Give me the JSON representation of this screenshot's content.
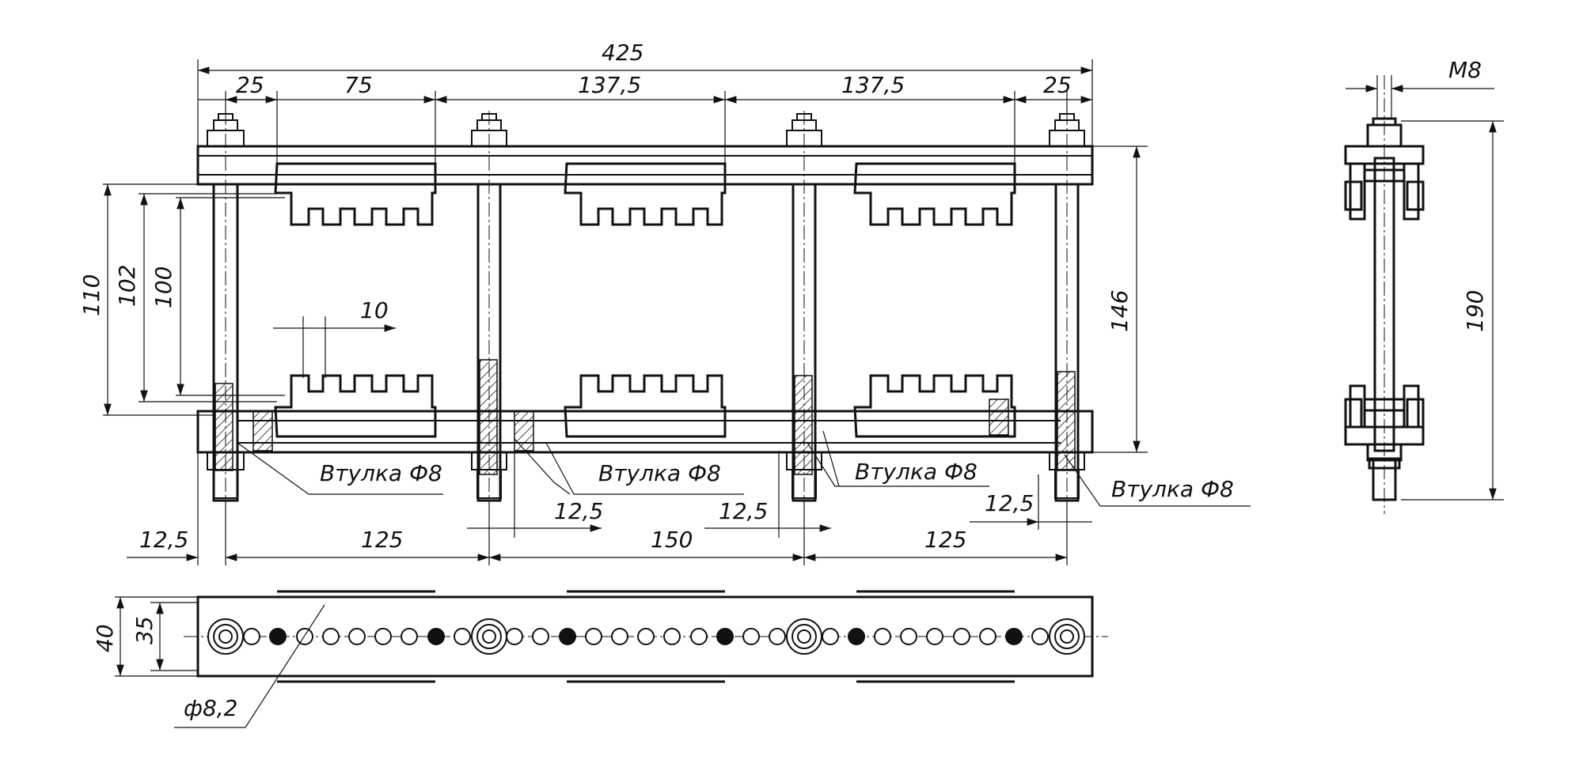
{
  "front_view": {
    "top_dims": [
      "425",
      "25",
      "75",
      "137,5",
      "137,5",
      "25"
    ],
    "height_dims": [
      "110",
      "102",
      "100",
      "146"
    ],
    "slot_dim": "10",
    "bottom_dims": [
      "12,5",
      "125",
      "150",
      "125"
    ],
    "gap_dims": [
      "12,5",
      "12,5",
      "12,5"
    ],
    "callouts": [
      "Втулка Ф8",
      "Втулка Ф8",
      "Втулка Ф8",
      "Втулка Ф8"
    ]
  },
  "plan_view": {
    "width_dims": [
      "40",
      "35"
    ],
    "hole_dim": "ф8,2"
  },
  "side_view": {
    "thread_dim": "M8",
    "height_dim": "190"
  }
}
